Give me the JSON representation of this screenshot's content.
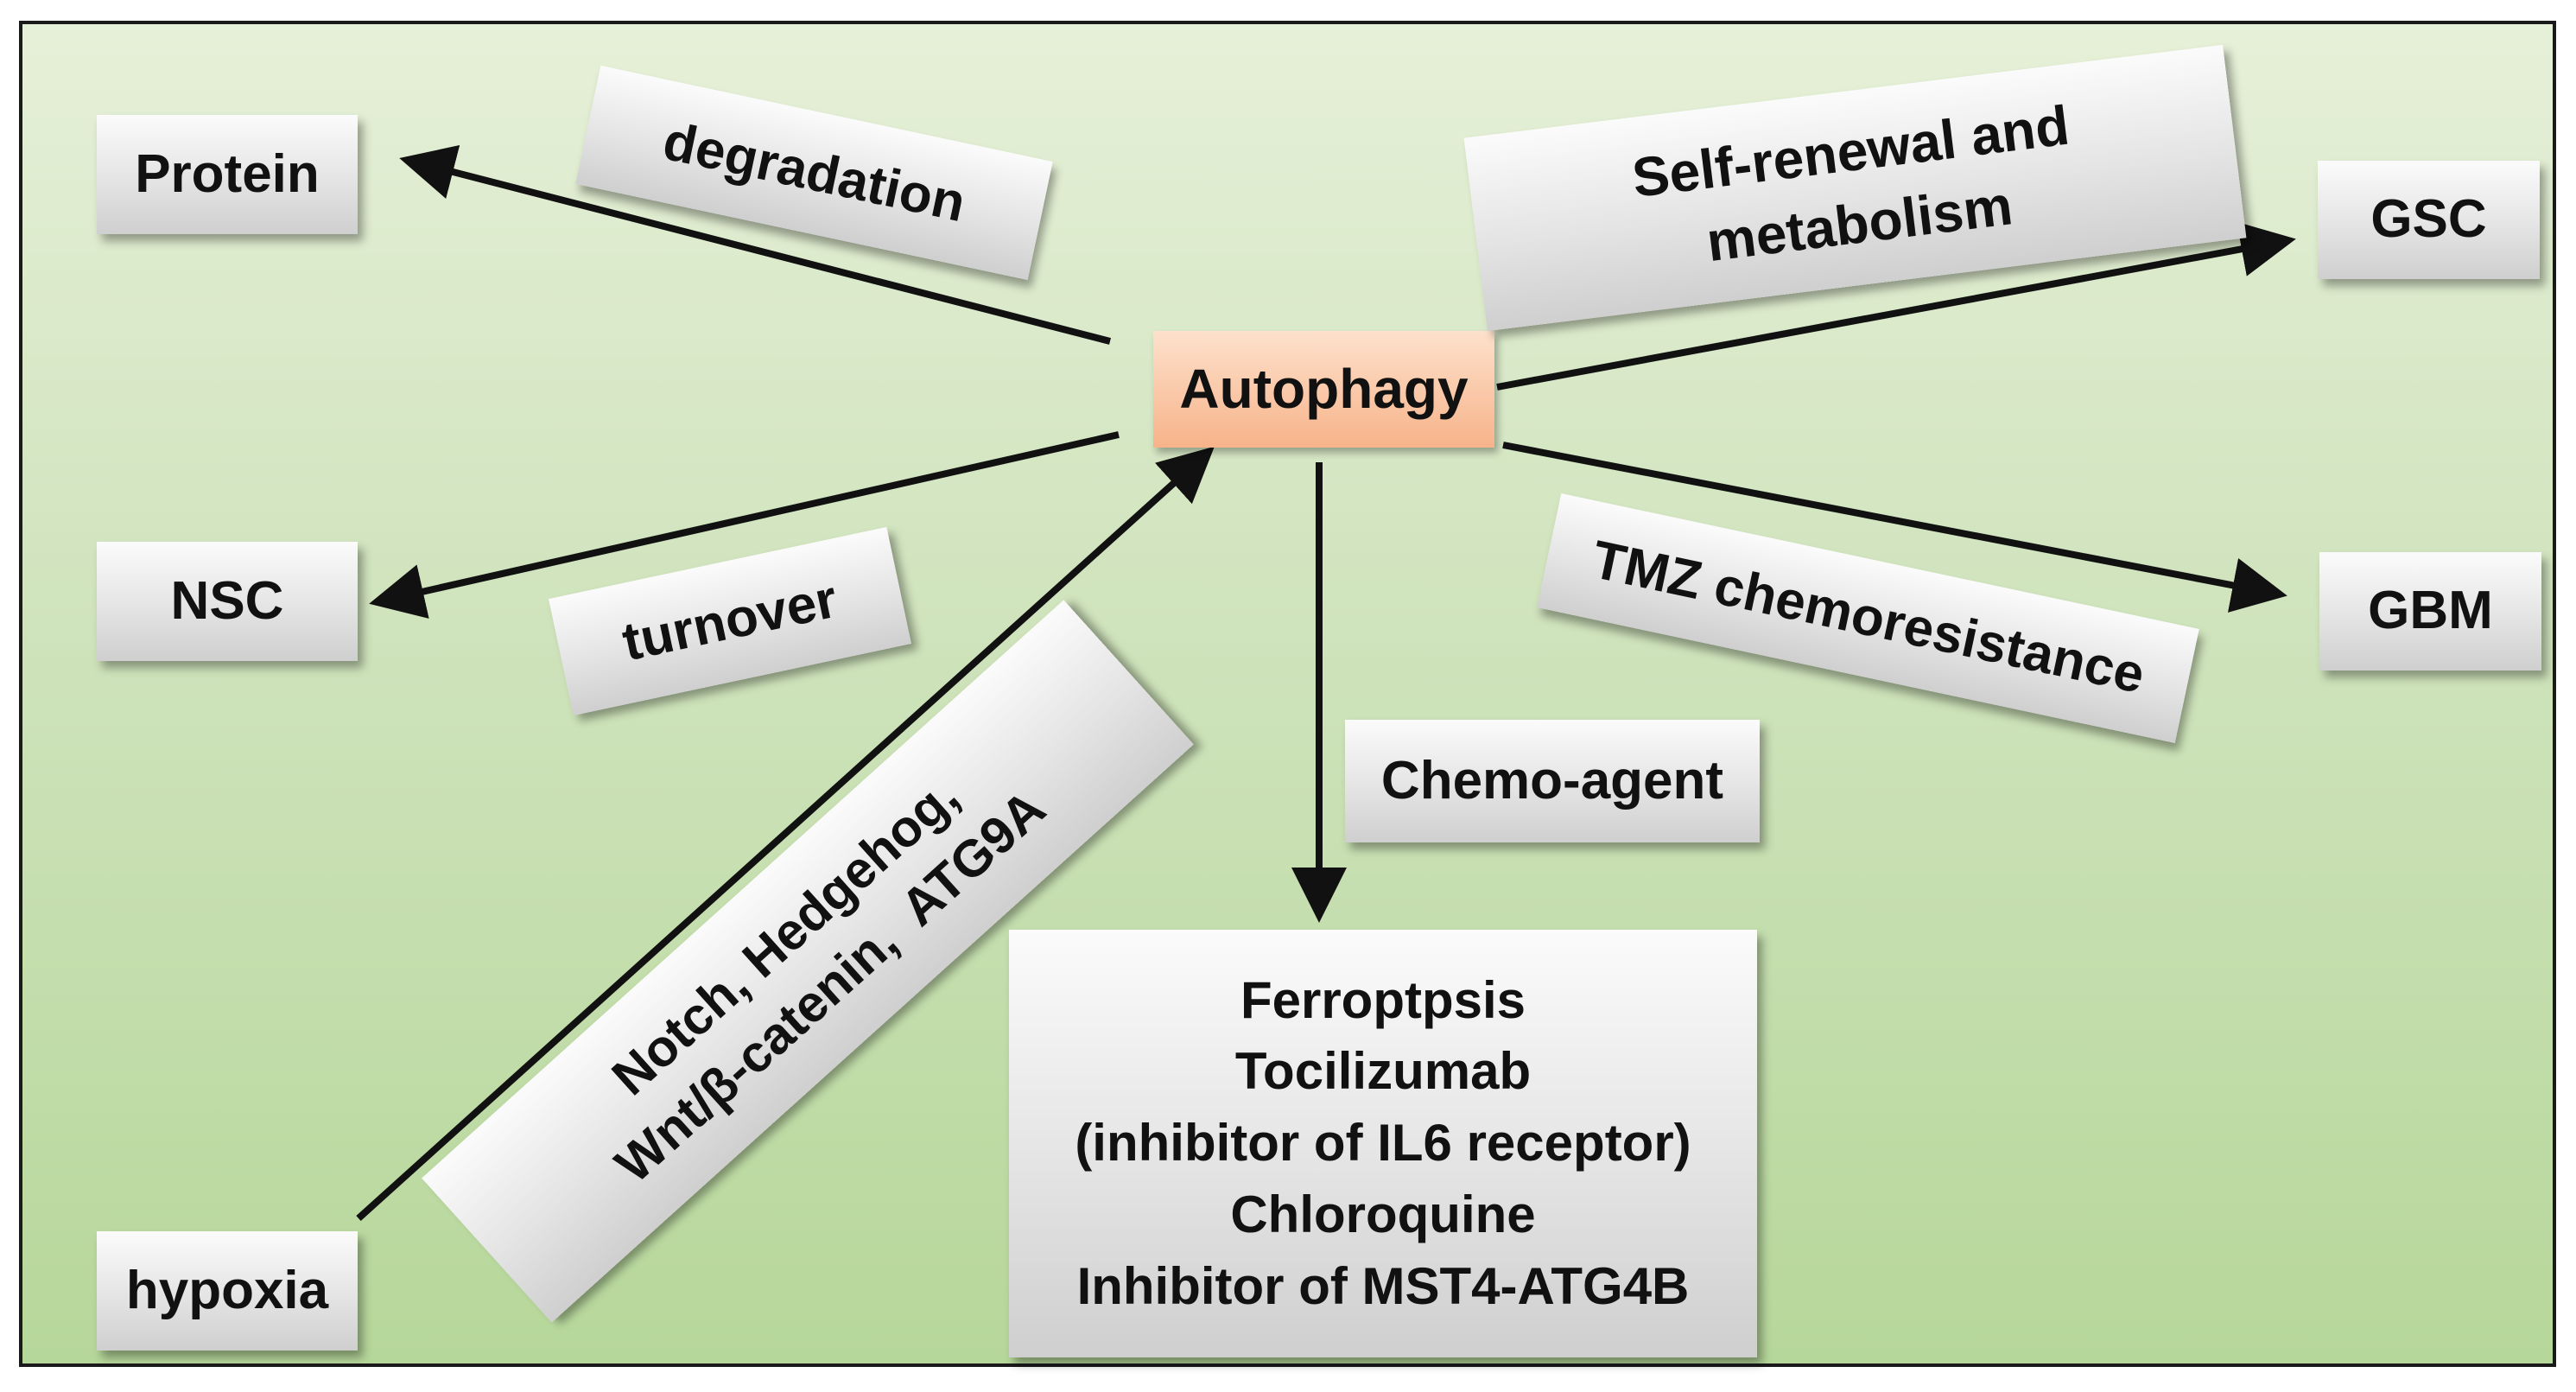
{
  "nodes": {
    "autophagy": "Autophagy",
    "protein": "Protein",
    "nsc": "NSC",
    "gsc": "GSC",
    "gbm": "GBM",
    "hypoxia": "hypoxia"
  },
  "labels": {
    "degradation": "degradation",
    "turnover": "turnover",
    "self_renewal": [
      "Self-renewal and",
      "metabolism"
    ],
    "tmz": "TMZ chemoresistance",
    "chemo_agent": "Chemo-agent",
    "pathways": [
      "Notch, Hedgehog,",
      "Wnt/β-catenin,  ATG9A"
    ]
  },
  "treatments": [
    "Ferroptpsis",
    "Tocilizumab",
    "(inhibitor of IL6 receptor)",
    "Chloroquine",
    "Inhibitor of MST4-ATG4B"
  ],
  "colors": {
    "background_top": "#e6f0d8",
    "background_bottom": "#b6d79a",
    "autophagy_fill": "#f7b38a",
    "box_fill": "#e4e4e4",
    "arrow": "#111111"
  }
}
